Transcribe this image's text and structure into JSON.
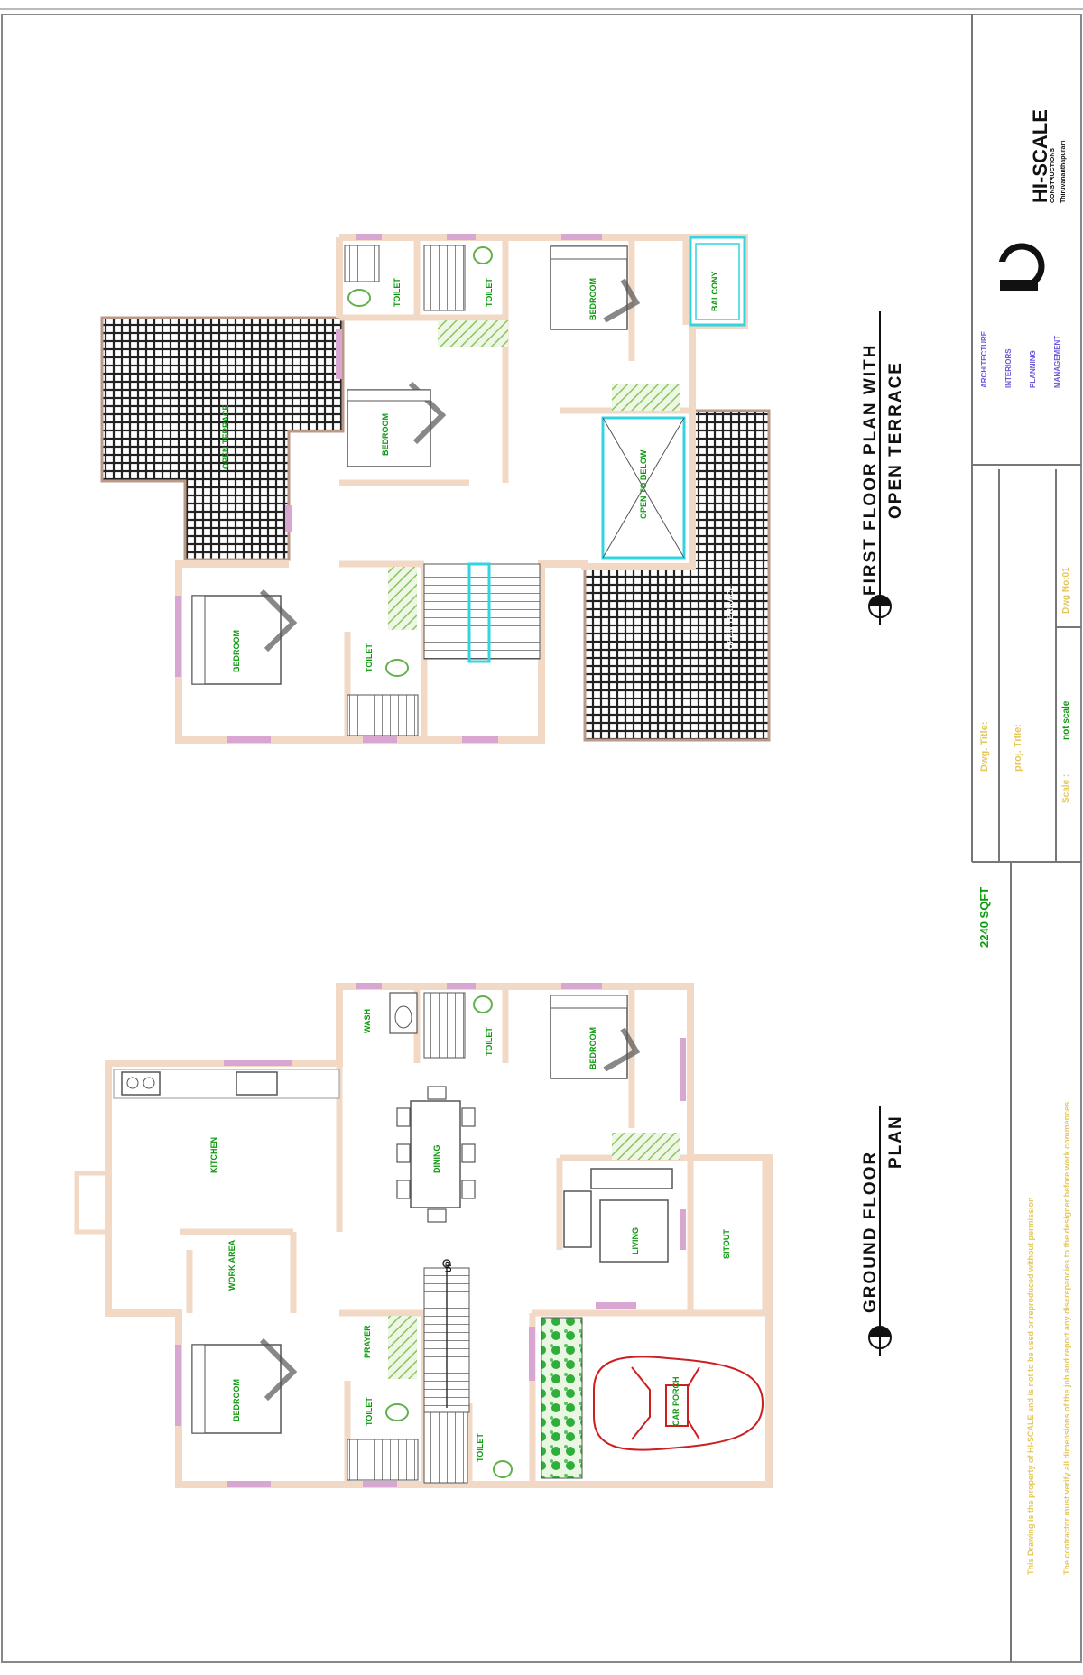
{
  "drawing": {
    "first_floor_title_line1": "FIRST FLOOR PLAN WITH",
    "first_floor_title_line2": "OPEN TERRACE",
    "ground_floor_title_line1": "GROUND FLOOR",
    "ground_floor_title_line2": "PLAN",
    "area": "2240 SQFT"
  },
  "first_floor_labels": {
    "open_terrace_left": "OPEN TERRACE",
    "open_terrace_right": "OPEN TERRACE",
    "toilet_a": "TOILET",
    "toilet_b": "TOILET",
    "toilet_c": "TOILET",
    "bedroom_a": "BEDROOM",
    "bedroom_b": "BEDROOM",
    "bedroom_c": "BEDROOM",
    "balcony": "BALCONY",
    "open_to_below": "OPEN TO BELOW"
  },
  "ground_floor_labels": {
    "kitchen": "KITCHEN",
    "work_area": "WORK AREA",
    "wash": "WASH",
    "toilet_a": "TOILET",
    "toilet_b": "TOILET",
    "toilet_c": "TOILET",
    "dining": "DINING",
    "bedroom_a": "BEDROOM",
    "bedroom_b": "BEDROOM",
    "living": "LIVING",
    "sitout": "SITOUT",
    "prayer": "PRAYER",
    "car_porch": "CAR PORCH",
    "up": "UP"
  },
  "title_block": {
    "company": "HI-SCALE",
    "company_sub1": "CONSTRUCTIONS",
    "company_sub2": "Thiruvananthapuram",
    "services": [
      "ARCHITECTURE",
      "INTERIORS",
      "PLANNING",
      "MANAGEMENT"
    ],
    "dwg_title": "Dwg. Title:",
    "proj_title": "proj. Title:",
    "scale_label": "Scale :",
    "scale_value": "not scale",
    "dwg_no": "Dwg No:01",
    "note1": "This Drawing is the property of HI-SCALE and is not to be used or reproduced without permission",
    "note2": "The contractor must verify all dimensions of the job and report any discrepancies to the designer before work commences"
  },
  "colors": {
    "wall": "#f1d9c6",
    "label": "#0c9a0c",
    "title_text": "#111111",
    "terrace": "#222222",
    "window": "#d8a6d0",
    "glass": "#33d4e0",
    "car": "#cc1f1f",
    "note": "#e3c75c",
    "services": "#6a5ad8",
    "hatch": "#7fbf55"
  }
}
